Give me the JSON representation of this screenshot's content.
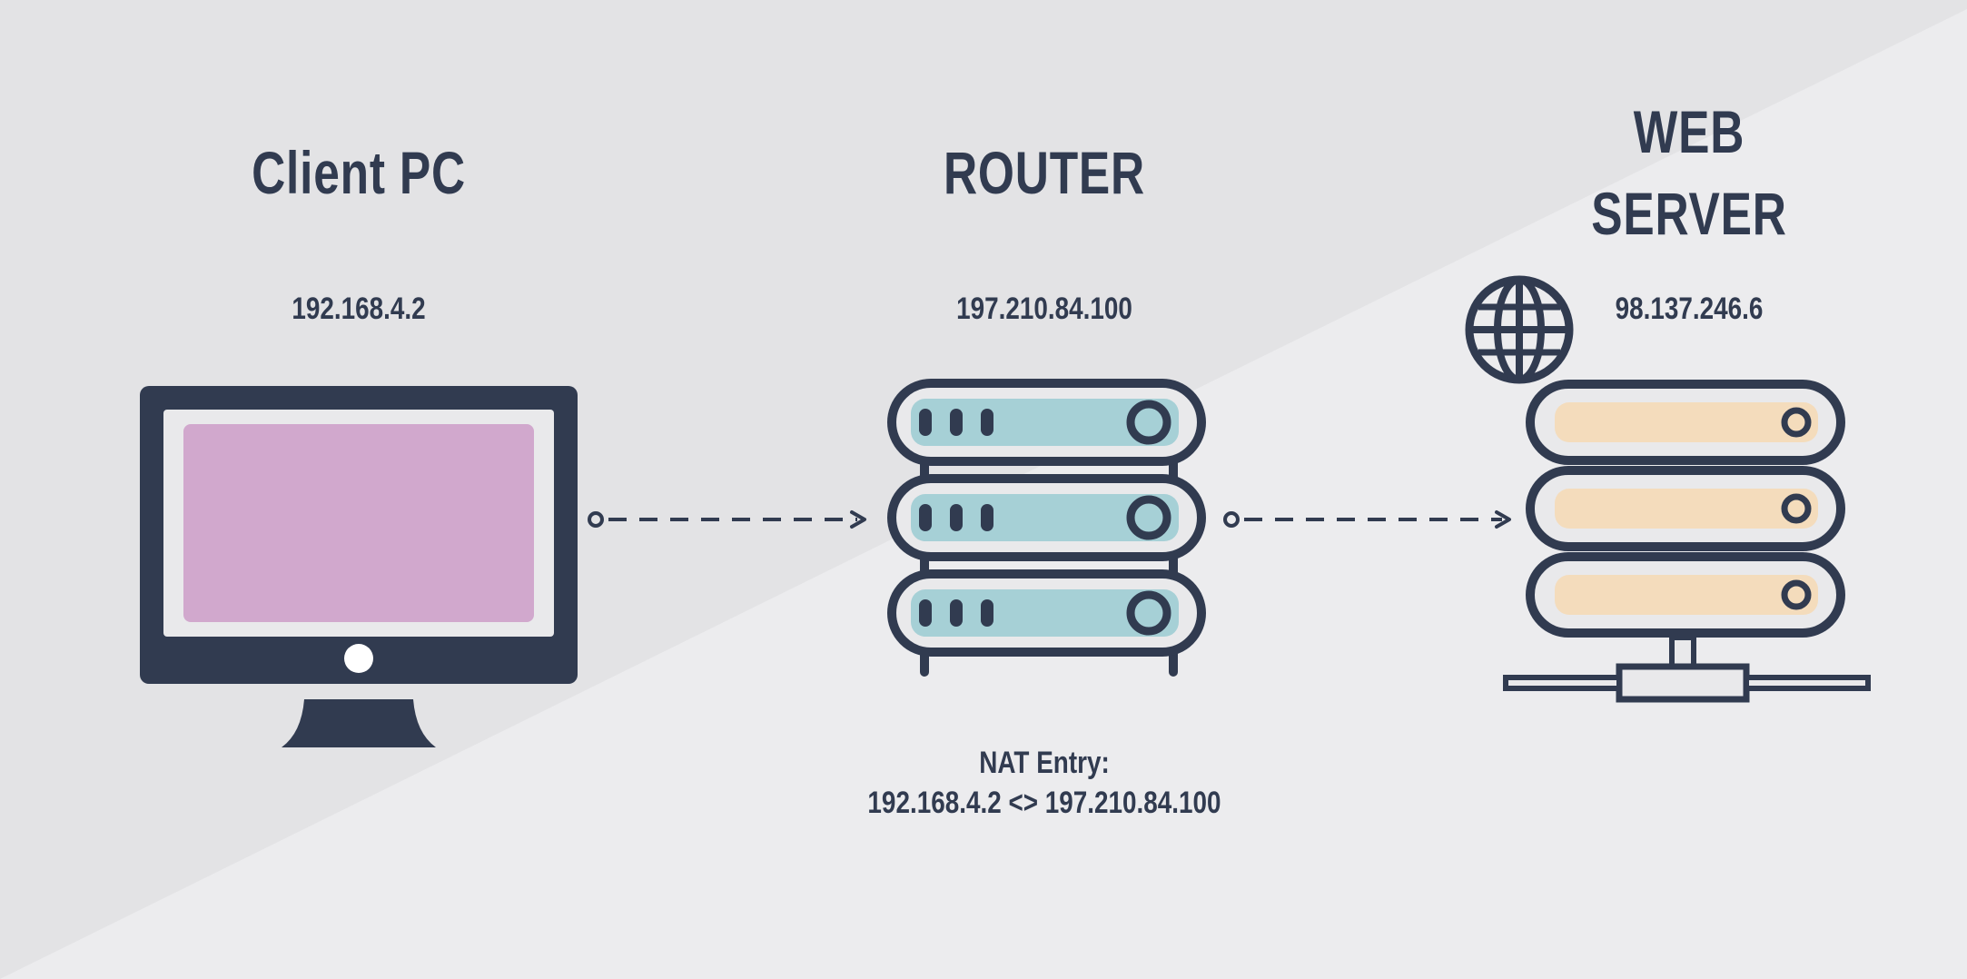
{
  "colors": {
    "background_light": "#ececee",
    "background_dark": "#e3e3e5",
    "ink": "#313b50",
    "monitor_screen": "#d1a8cd",
    "router_slot": "#a6d0d6",
    "server_slot": "#f4dcbc"
  },
  "nodes": {
    "client": {
      "title": "Client PC",
      "ip": "192.168.4.2",
      "icon": "desktop-monitor-icon"
    },
    "router": {
      "title": "ROUTER",
      "ip": "197.210.84.100",
      "icon": "router-rack-icon"
    },
    "server": {
      "title_line1": "WEB",
      "title_line2": "SERVER",
      "ip": "98.137.246.6",
      "icon": "server-stack-icon",
      "badge_icon": "globe-icon"
    }
  },
  "nat": {
    "label": "NAT Entry:",
    "mapping": "192.168.4.2 <> 197.210.84.100"
  },
  "links": [
    {
      "from": "client",
      "to": "router",
      "style": "dashed-arrow"
    },
    {
      "from": "router",
      "to": "server",
      "style": "dashed-arrow"
    }
  ]
}
